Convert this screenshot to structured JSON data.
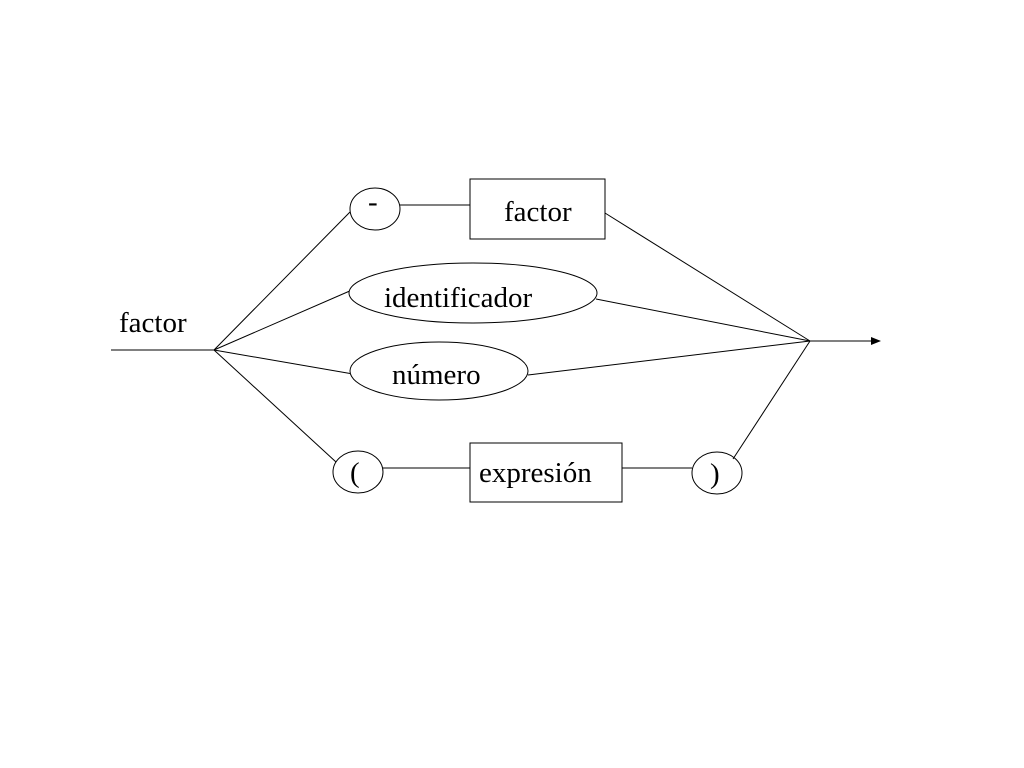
{
  "rule_name": "factor",
  "alternatives": {
    "negation": {
      "minus_symbol": "-",
      "factor_box": "factor"
    },
    "identifier": "identificador",
    "number": "número",
    "parenthesized": {
      "open_paren": "(",
      "expression_box": "expresión",
      "close_paren": ")"
    }
  },
  "colors": {
    "stroke": "#000000",
    "background": "#ffffff"
  }
}
